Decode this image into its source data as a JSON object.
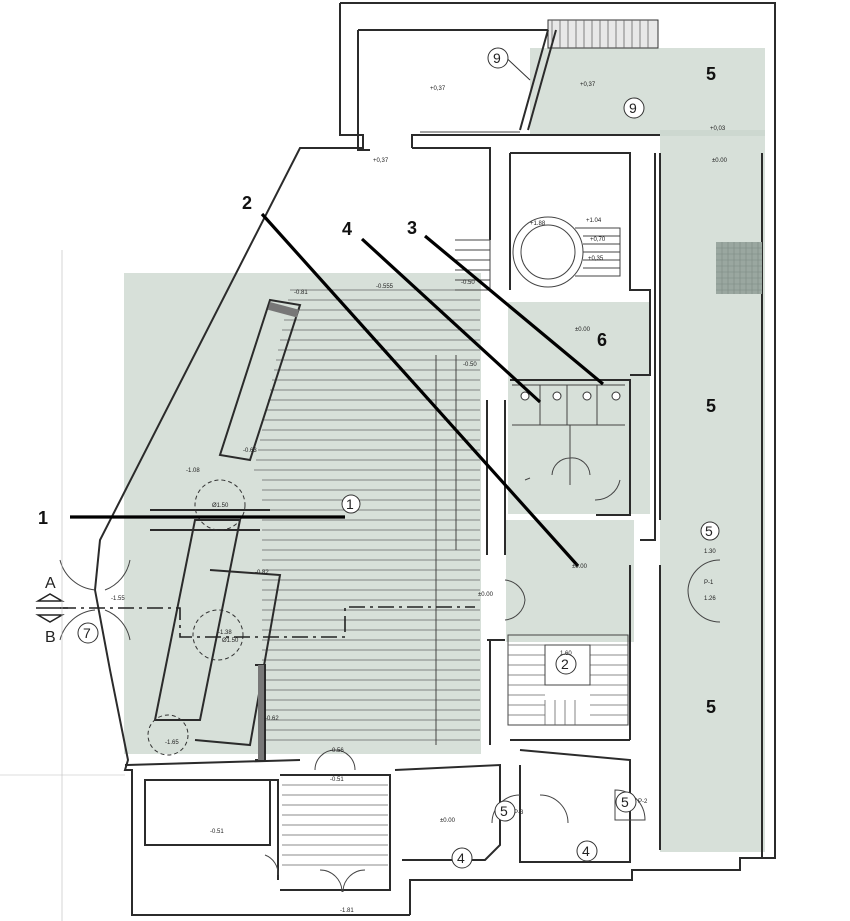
{
  "callouts": [
    "1",
    "2",
    "3",
    "4"
  ],
  "zone_tags": {
    "z5_top": "5",
    "z5_mid": "5",
    "z5_low": "5",
    "z6": "6"
  },
  "circle_tags": {
    "c1": "1",
    "c2": "2",
    "c4a": "4",
    "c4b": "4",
    "c5a": "5",
    "c5b": "5",
    "c5c": "5",
    "c7": "7",
    "c9a": "9",
    "c9b": "9"
  },
  "section_labels": {
    "a": "A",
    "b": "B"
  },
  "levels": {
    "l1": "+0,37",
    "l2": "+0,37",
    "l3": "+0,37",
    "l4": "+0,03",
    "l5": "±0.00",
    "l6": "+1.88",
    "l7": "+1.04",
    "l8": "+0,70",
    "l9": "+0,35",
    "l10": "±0.00",
    "l11": "-0.81",
    "l12": "-0.555",
    "l13": "-0.50",
    "l14": "-0.50",
    "l15": "-1.08",
    "l16": "-0.63",
    "l17": "-0.82",
    "l18": "-1.38",
    "l19": "-1.65",
    "l20": "-0.62",
    "l21": "±0.00",
    "l22": "±0.00",
    "l23": "-0.56",
    "l24": "-0.51",
    "l25": "-0.51",
    "l26": "±0.00",
    "l27": "-1.81",
    "l28": "P-1",
    "l29": "1.30",
    "l30": "1.26",
    "l31": "P-2",
    "l32": "P-3",
    "l33": "-1.55",
    "l34": "Ø1.50",
    "l35": "Ø1.50",
    "l36": "1.60"
  }
}
